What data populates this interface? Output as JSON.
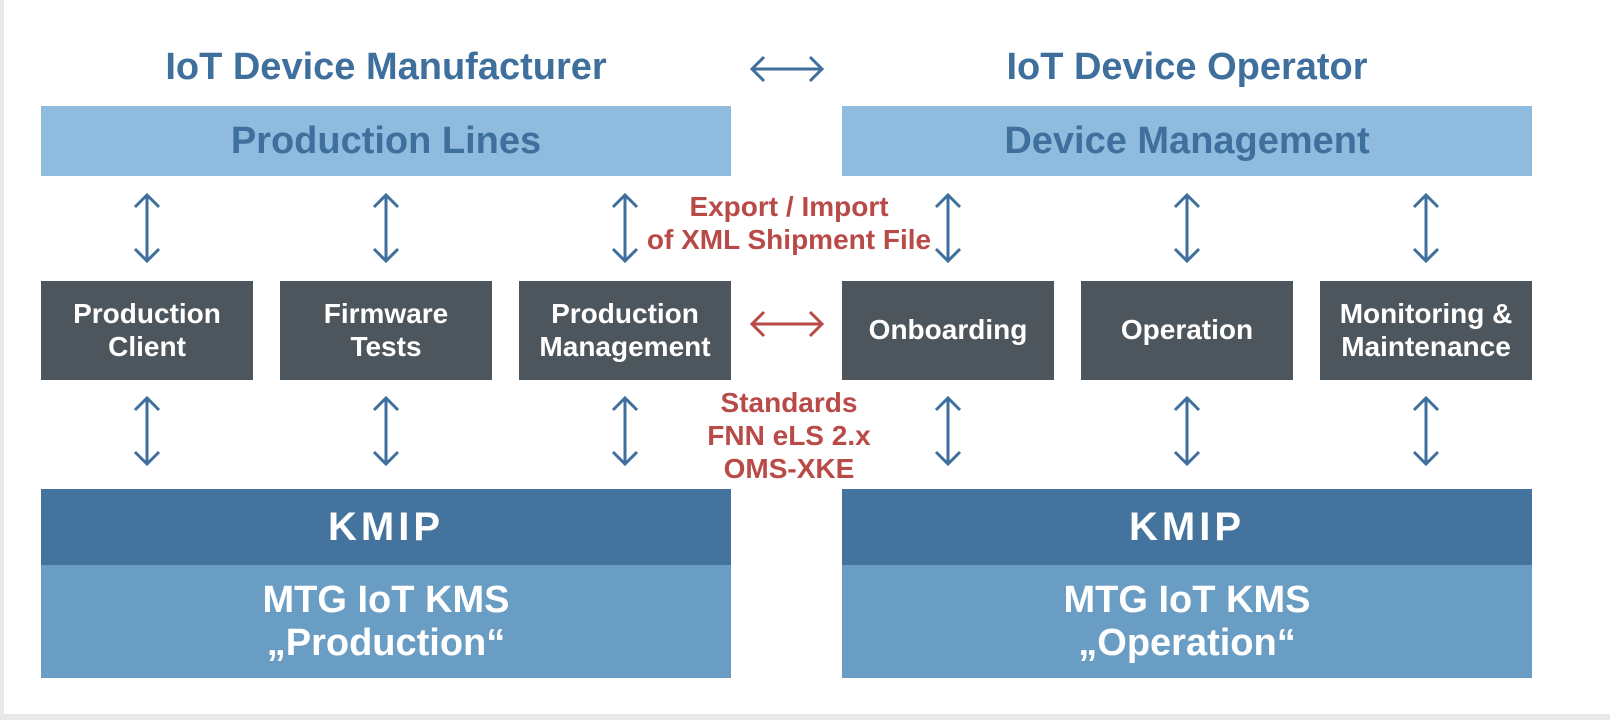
{
  "colors": {
    "heading_blue": "#3f6f9c",
    "light_blue_bar": "#8fbcde",
    "dark_box": "#4d565d",
    "kmip_blue": "#44739d",
    "kms_blue": "#6a9dc4",
    "red_text": "#b84a48",
    "arrow_blue": "#3f6f9c",
    "arrow_red": "#b84a48"
  },
  "left": {
    "title": "IoT Device Manufacturer",
    "top_bar": "Production Lines",
    "boxes": [
      {
        "line1": "Production",
        "line2": "Client"
      },
      {
        "line1": "Firmware",
        "line2": "Tests"
      },
      {
        "line1": "Production",
        "line2": "Management"
      }
    ],
    "kmip": "KMIP",
    "kms_line1": "MTG IoT KMS",
    "kms_line2": "„Production“"
  },
  "right": {
    "title": "IoT Device Operator",
    "top_bar": "Device Management",
    "boxes": [
      {
        "line1": "Onboarding"
      },
      {
        "line1": "Operation"
      },
      {
        "line1": "Monitoring &",
        "line2": "Maintenance"
      }
    ],
    "kmip": "KMIP",
    "kms_line1": "MTG IoT KMS",
    "kms_line2": "„Operation“"
  },
  "center": {
    "export_lines": [
      "Export / Import",
      "of XML Shipment File"
    ],
    "standards_lines": [
      "Standards",
      "FNN eLS 2.x",
      "OMS-XKE"
    ]
  },
  "icons": {
    "top_link": "double-arrow-horizontal-icon",
    "middle_link": "double-arrow-horizontal-icon",
    "connectors": "double-arrow-vertical-icon"
  }
}
